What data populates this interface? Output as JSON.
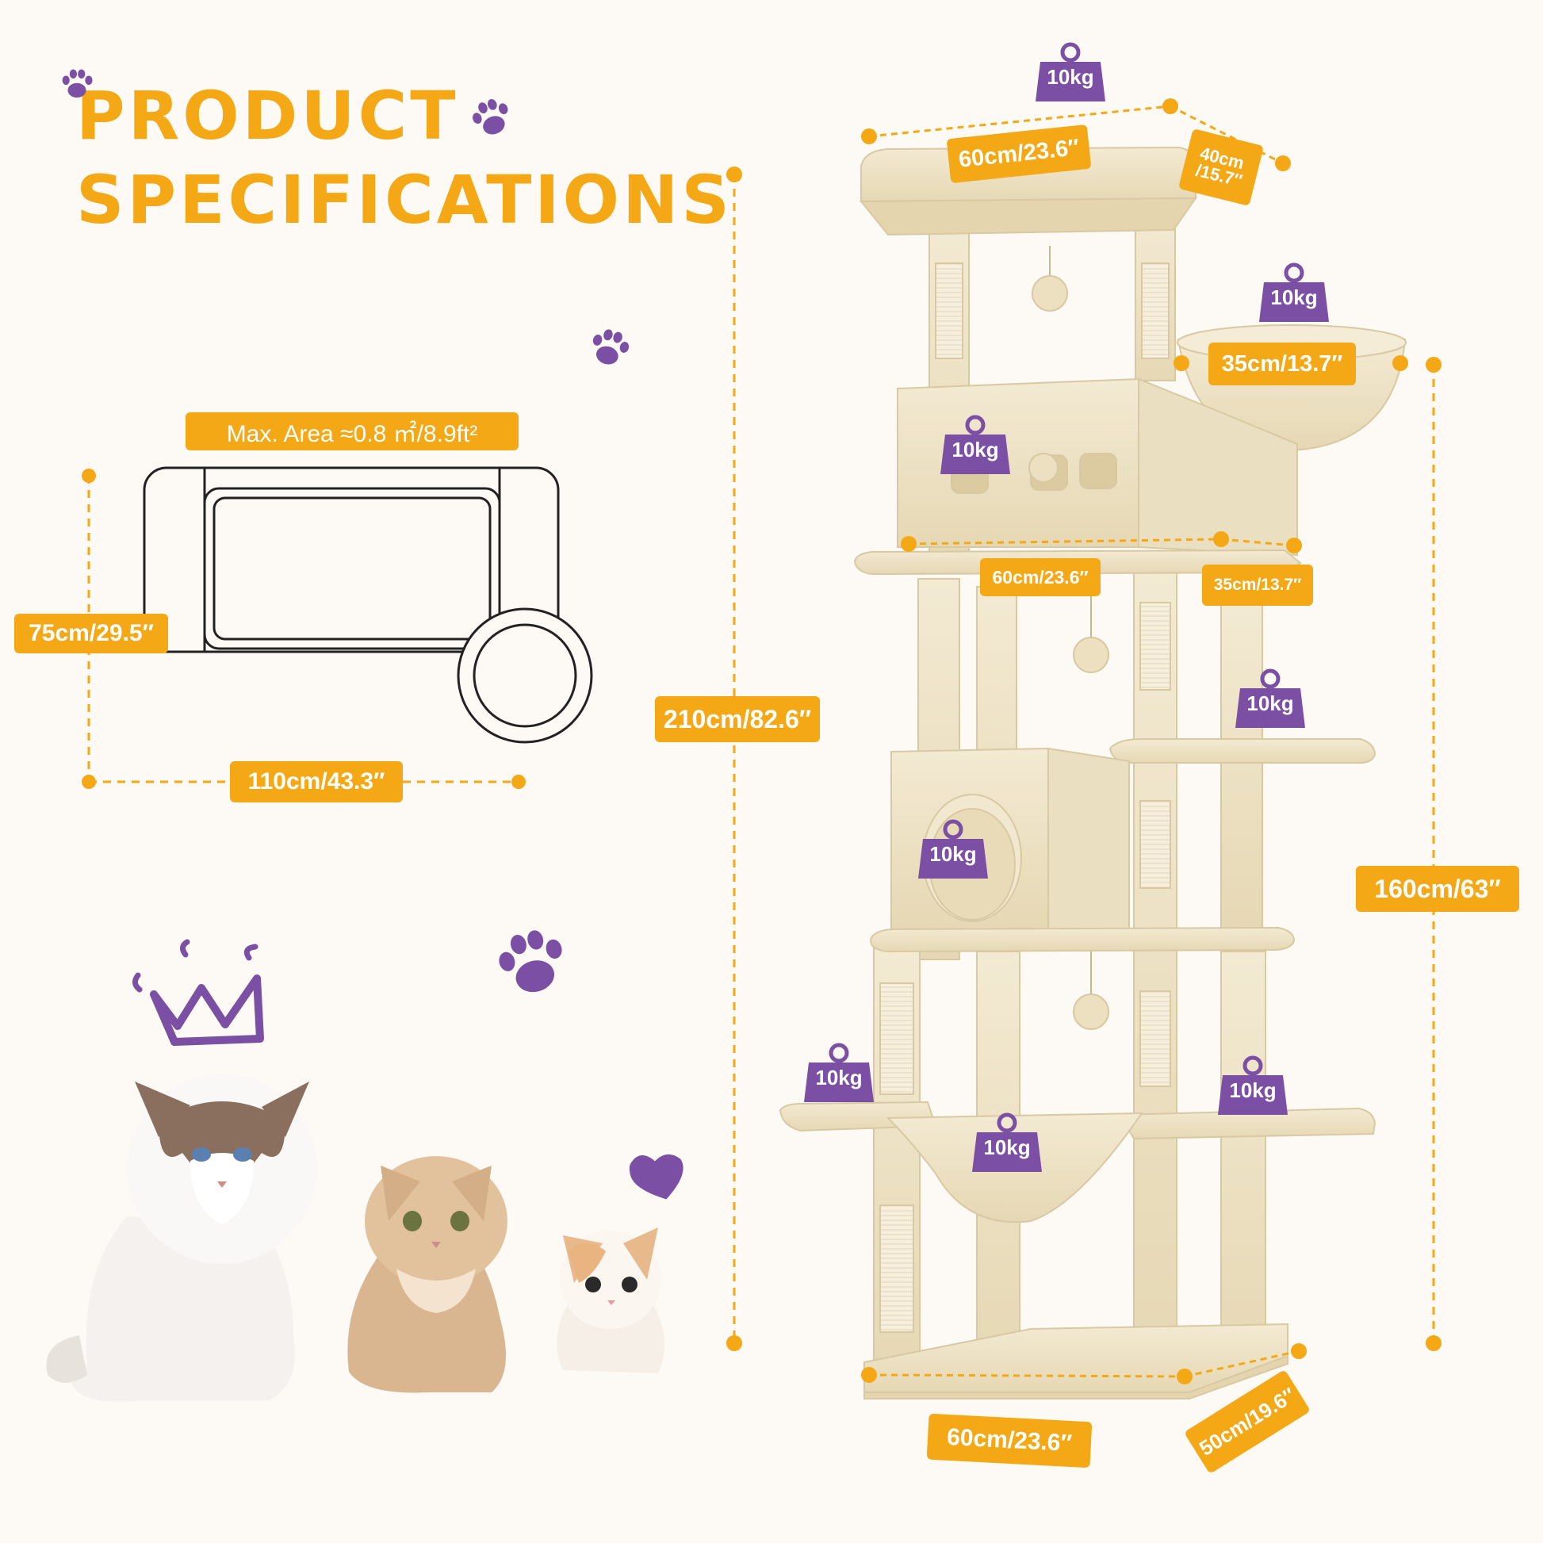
{
  "title": {
    "line1": "PRODUCT",
    "line2": "SPECIFICATIONS"
  },
  "colors": {
    "accent": "#f5a816",
    "purple": "#7b4fa3",
    "background": "#fdfaf6",
    "plush": "#efe4c8"
  },
  "area": {
    "label": "Max. Area ≈0.8 ㎡/8.9ft²",
    "depth": "75cm/29.5″",
    "width": "110cm/43.3″"
  },
  "dimensions": {
    "total_height": "210cm/82.6″",
    "side_height": "160cm/63″",
    "top_width": "60cm/23.6″",
    "top_depth": "40cm\n/15.7″",
    "basket": "35cm/13.7″",
    "condo_width": "60cm/23.6″",
    "condo_depth": "35cm/13.7″",
    "base_width": "60cm/23.6″",
    "base_depth": "50cm/19.6″"
  },
  "weights": [
    "10kg",
    "10kg",
    "10kg",
    "10kg",
    "10kg",
    "10kg",
    "10kg",
    "10kg"
  ],
  "icons": {
    "paw": "paw-icon",
    "crown": "crown-icon",
    "heart": "heart-icon",
    "weight": "weight-icon"
  }
}
